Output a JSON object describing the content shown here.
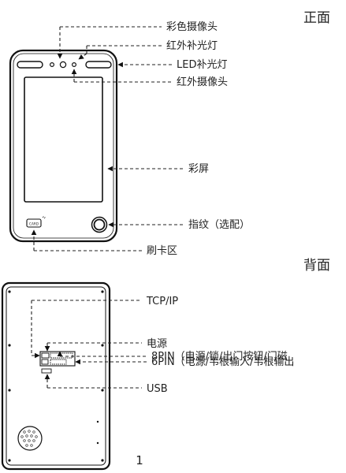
{
  "front": {
    "heading": "正面",
    "labels": {
      "color_camera": "彩色摄像头",
      "ir_fill_light": "红外补光灯",
      "led_fill_light": "LED补光灯",
      "ir_camera": "红外摄像头",
      "color_screen": "彩屏",
      "fingerprint": "指纹（选配）",
      "card_area": "刷卡区",
      "card_text": "CARD"
    }
  },
  "back": {
    "heading": "背面",
    "labels": {
      "tcp_ip": "TCP/IP",
      "power": "电源",
      "pin8": "8PIN（电源/锁/出门按钮/门磁",
      "pin6": "6PIN（电源/韦根输入/韦根输出",
      "usb": "USB"
    }
  },
  "page_number": "1"
}
